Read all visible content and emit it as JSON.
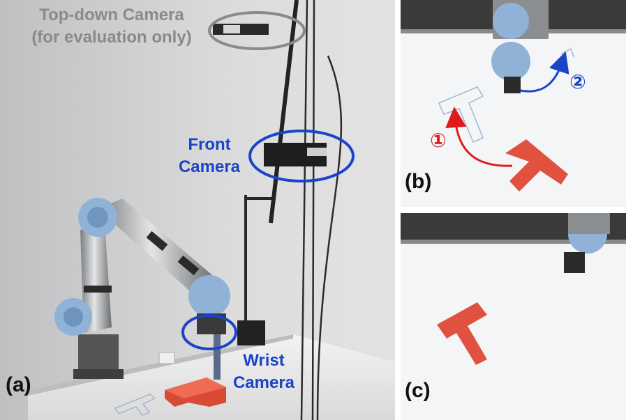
{
  "panel_a": {
    "label": "(a)",
    "top_camera": {
      "line1": "Top-down Camera",
      "line2": "(for evaluation only)"
    },
    "front_camera": {
      "line1": "Front",
      "line2": "Camera"
    },
    "wrist_camera": {
      "line1": "Wrist",
      "line2": "Camera"
    }
  },
  "panel_b": {
    "label": "(b)",
    "step_1": "①",
    "step_2": "②"
  },
  "panel_c": {
    "label": "(c)"
  },
  "colors": {
    "blue_annotation": "#1a44c9",
    "gray_annotation": "#8a8a8a",
    "red_arrow": "#e11b1b",
    "t_block": "#e0523f"
  }
}
